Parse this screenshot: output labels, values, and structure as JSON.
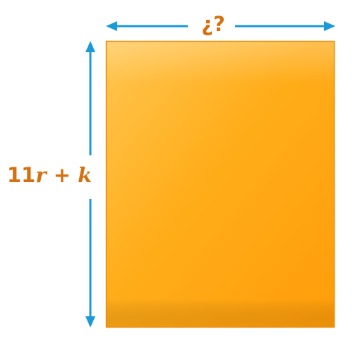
{
  "diagram": {
    "width_label": "¿?",
    "height_label": {
      "coefficient": "11",
      "variable_1": "r",
      "operator": " + ",
      "variable_2": "k"
    },
    "colors": {
      "rectangle_fill": "#ffa812",
      "rectangle_highlight": "#ffc04a",
      "rectangle_edge": "#e88e0c",
      "arrow": "#1a9ad6",
      "label": "#d4700f"
    }
  }
}
